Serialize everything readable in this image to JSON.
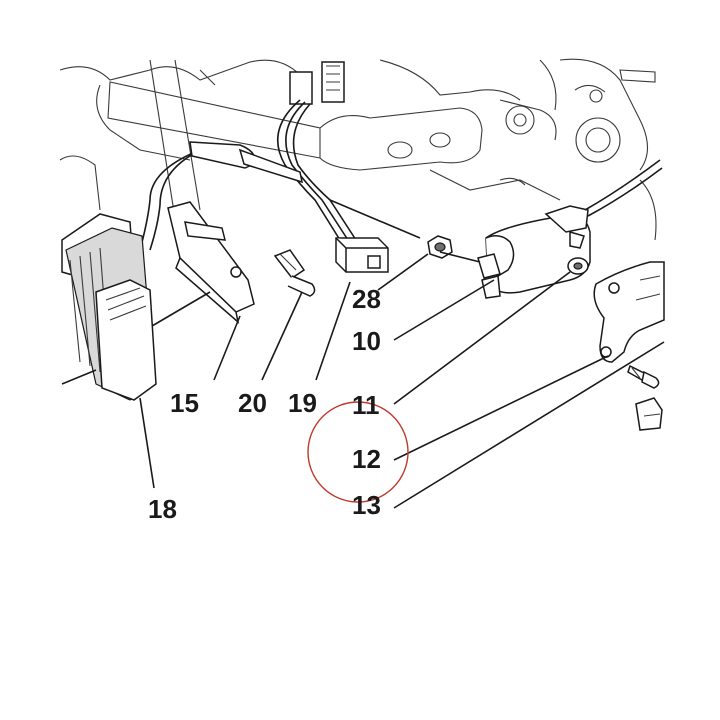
{
  "callouts": [
    {
      "id": "28",
      "label": "28"
    },
    {
      "id": "10",
      "label": "10"
    },
    {
      "id": "15",
      "label": "15"
    },
    {
      "id": "20",
      "label": "20"
    },
    {
      "id": "19",
      "label": "19"
    },
    {
      "id": "11",
      "label": "11"
    },
    {
      "id": "12",
      "label": "12"
    },
    {
      "id": "13",
      "label": "13"
    },
    {
      "id": "18",
      "label": "18"
    }
  ],
  "highlight": {
    "target": "12",
    "color": "#c0392b"
  }
}
